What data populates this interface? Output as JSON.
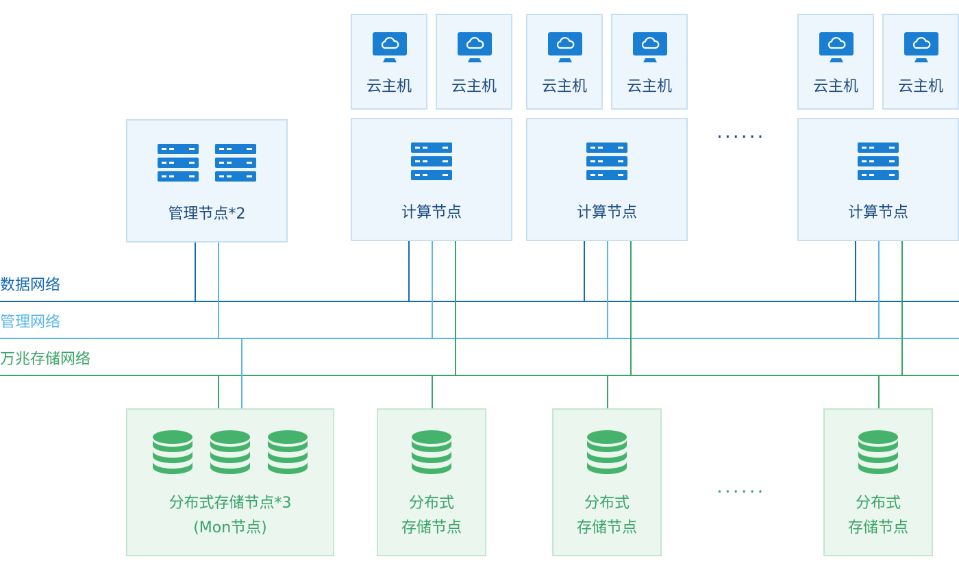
{
  "colors": {
    "data_network": "#1769b4",
    "mgmt_network": "#58b6ee",
    "storage_network": "#3aa367",
    "node_blue": "#1a7fd3",
    "node_green": "#45b36b"
  },
  "vm_label": "云主机",
  "management_node": {
    "label": "管理节点*2"
  },
  "compute_node": {
    "label": "计算节点"
  },
  "ellipsis": "······",
  "networks": {
    "data": "数据网络",
    "management": "管理网络",
    "storage": "万兆存储网络"
  },
  "mon_storage_node": {
    "line1": "分布式存储节点*3",
    "line2": "(Mon节点)"
  },
  "storage_node": {
    "line1": "分布式",
    "line2": "存储节点"
  },
  "icons": {
    "vm": "monitor-cloud-icon",
    "server": "server-rack-icon",
    "storage": "database-icon"
  }
}
